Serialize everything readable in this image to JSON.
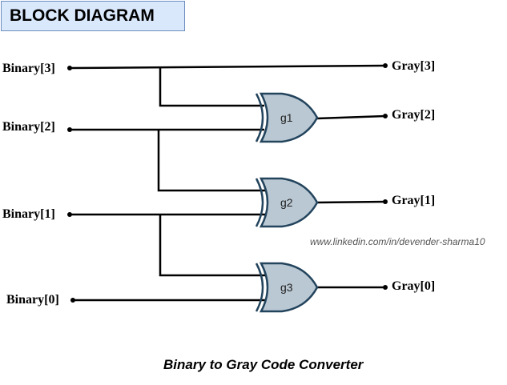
{
  "header": {
    "title": "BLOCK DIAGRAM"
  },
  "inputs": {
    "b3": "Binary[3]",
    "b2": "Binary[2]",
    "b1": "Binary[1]",
    "b0": "Binary[0]"
  },
  "outputs": {
    "g3": "Gray[3]",
    "g2": "Gray[2]",
    "g1": "Gray[1]",
    "g0": "Gray[0]"
  },
  "gates": {
    "g1": "g1",
    "g2": "g2",
    "g3": "g3"
  },
  "watermark": "www.linkedin.com/in/devender-sharma10",
  "caption": "Binary to Gray Code Converter",
  "colors": {
    "header_fill": "#dae8fc",
    "header_border": "#6c8ebf",
    "gate_fill": "#bac8d3",
    "gate_stroke": "#23445d"
  }
}
